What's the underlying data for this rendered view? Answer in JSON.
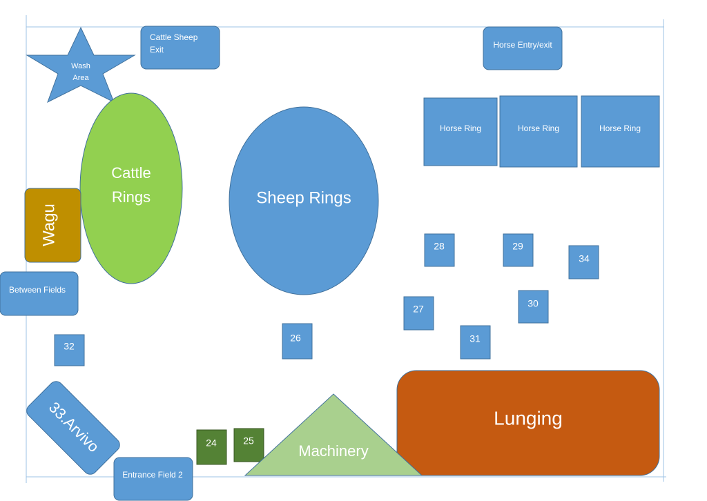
{
  "colors": {
    "blue": "#5b9bd5",
    "blue_stroke": "#41719c",
    "cattle_green": "#92d050",
    "dark_green": "#548235",
    "light_green": "#a9d08e",
    "lunging_orange": "#c55a11",
    "wagu_gold": "#bf8f00",
    "guide_line": "#9dc3e6"
  },
  "labels": {
    "wash_line1": "Wash",
    "wash_line2": "Area",
    "cattle_sheep_exit_line1": "Cattle Sheep",
    "cattle_sheep_exit_line2": "Exit",
    "horse_entry_exit": "Horse Entry/exit",
    "horse_ring_1": "Horse Ring",
    "horse_ring_2": "Horse Ring",
    "horse_ring_3": "Horse Ring",
    "cattle_line1": "Cattle",
    "cattle_line2": "Rings",
    "sheep_rings": "Sheep Rings",
    "wagu": "Wagu",
    "between_fields": "Between Fields",
    "entrance_field_2": "Entrance Field 2",
    "arvivo": "33.Arvivo",
    "machinery": "Machinery",
    "lunging": "Lunging"
  },
  "stands": {
    "s24": "24",
    "s25": "25",
    "s26": "26",
    "s27": "27",
    "s28": "28",
    "s29": "29",
    "s30": "30",
    "s31": "31",
    "s32": "32",
    "s34": "34"
  }
}
